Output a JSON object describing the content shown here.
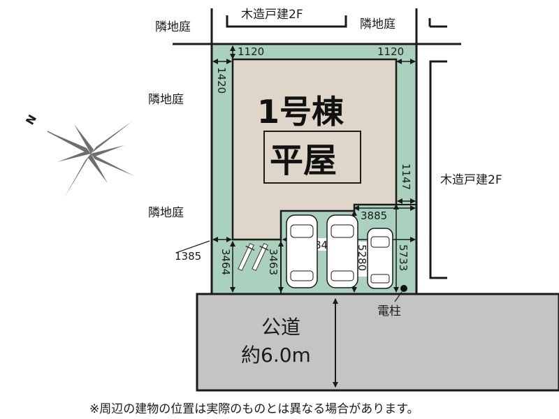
{
  "colors": {
    "lot_green": "#a9d1bd",
    "building_beige": "#ddd6c9",
    "road_gray": "#c4c4c4",
    "line": "#1a1a1a",
    "compass": "#6e6e6e"
  },
  "neighbors": {
    "top_left": "隣地庭",
    "top_right": "隣地庭",
    "top_house": "木造戸建2F",
    "left_upper": "隣地庭",
    "left_lower": "隣地庭",
    "right_house": "木造戸建2F"
  },
  "building": {
    "name": "1号棟",
    "type": "平屋"
  },
  "dimensions": {
    "top_left_setback": "1120",
    "top_right_setback": "1120",
    "left_setback": "1420",
    "right_setback": "1147",
    "bottom_left_width": "1385",
    "left_depth": "3464",
    "middle_depth": "3463",
    "parking_width": "8433",
    "parking_right_width": "3885",
    "parking_depth_mid": "5280",
    "parking_depth_right": "5733"
  },
  "road": {
    "name": "公道",
    "width": "約6.0m"
  },
  "utility_pole": "電柱",
  "compass": {
    "north_label": "N"
  },
  "footnote": "※周辺の建物の位置は実際のものとは異なる場合があります。"
}
